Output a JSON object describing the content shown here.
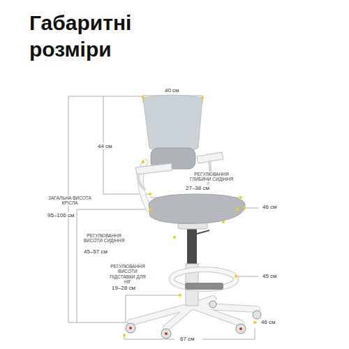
{
  "diagram": {
    "title": "Габаритні розміри",
    "labels": [
      "40 см",
      "44 см",
      "РЕГУЛЮВАННЯ ГЛИБИНИ СИДІННЯ",
      "27–38 см",
      "46 см",
      "ЗАГАЛЬНА ВИСОТА КРІСЛА",
      "95–106 см",
      "РЕГУЛЮВАННЯ ВИСОТИ СИДІННЯ",
      "45–57 см",
      "РЕГУЛЮВАННЯ ВИСОТИ ПІДСТАВКИ ДЛЯ НІГ",
      "19–28 см",
      "45 см",
      "46 см",
      "67 см"
    ]
  }
}
